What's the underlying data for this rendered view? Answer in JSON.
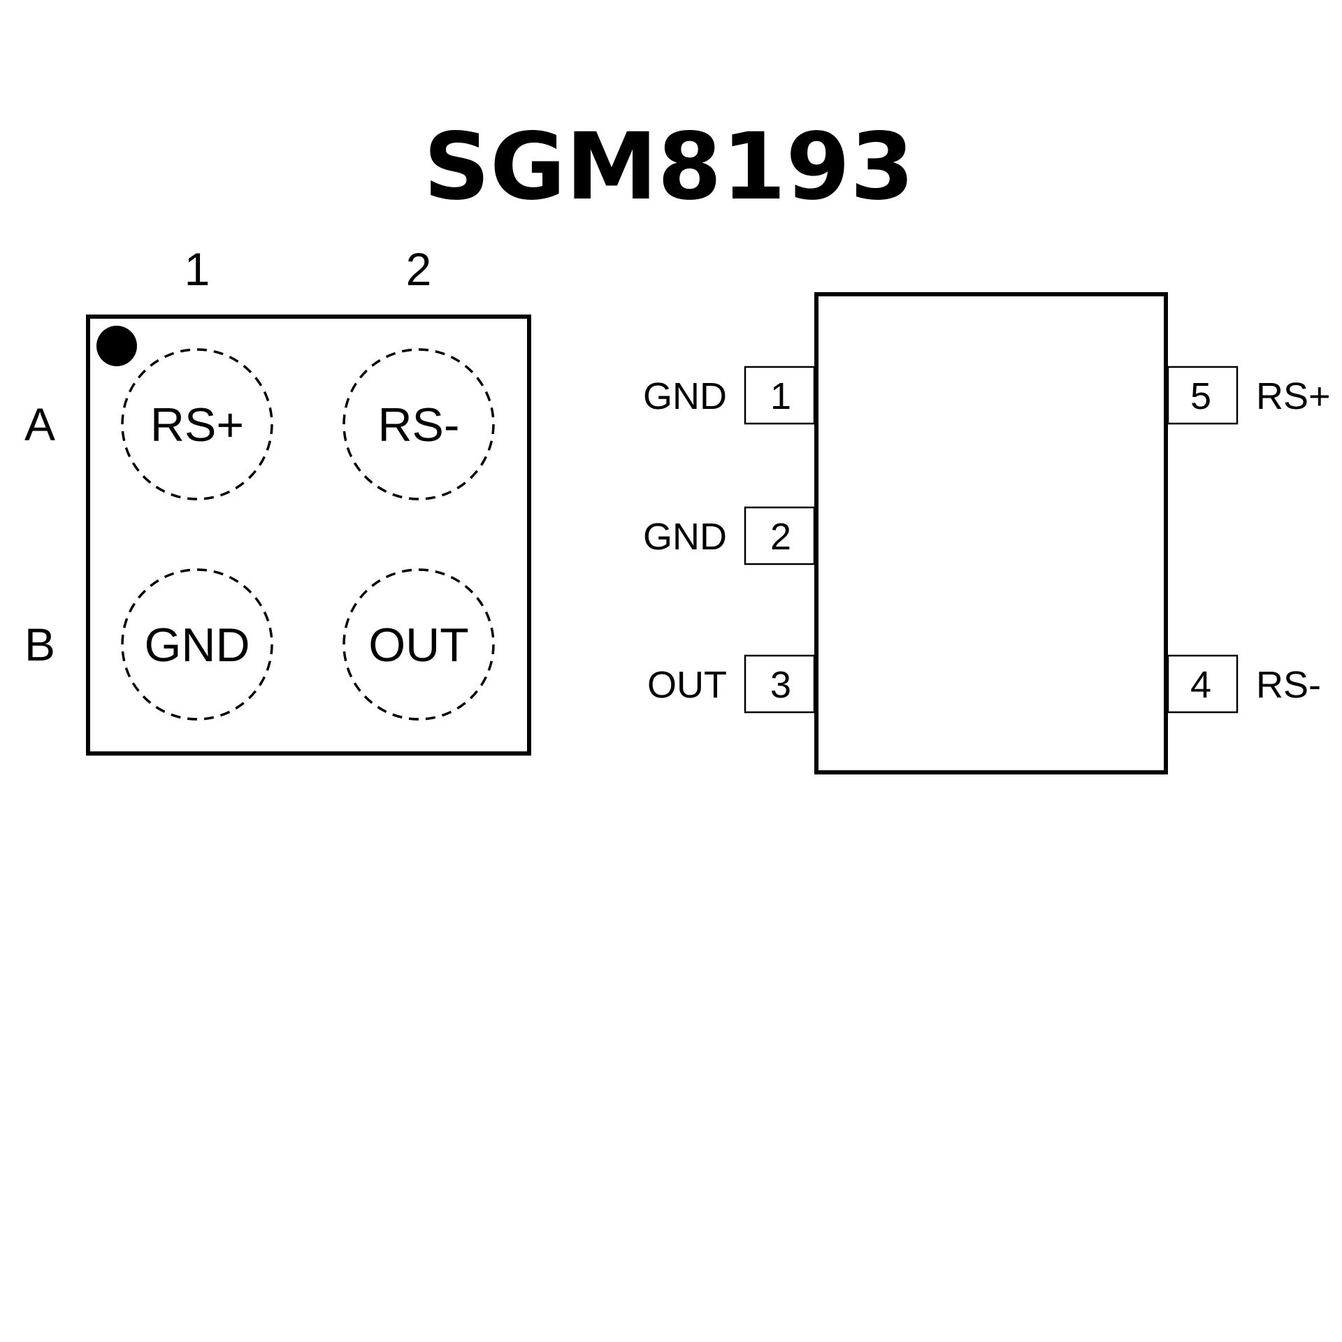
{
  "title": "SGM8193",
  "colors": {
    "ink": "#000000",
    "background": "#ffffff"
  },
  "wlcsp": {
    "column_labels": [
      "1",
      "2"
    ],
    "row_labels": [
      "A",
      "B"
    ],
    "pin1_marker": "filled-dot",
    "balls": [
      {
        "row": "A",
        "col": "1",
        "name": "RS+"
      },
      {
        "row": "A",
        "col": "2",
        "name": "RS-"
      },
      {
        "row": "B",
        "col": "1",
        "name": "GND"
      },
      {
        "row": "B",
        "col": "2",
        "name": "OUT"
      }
    ]
  },
  "sot": {
    "left_pins": [
      {
        "number": "1",
        "name": "GND"
      },
      {
        "number": "2",
        "name": "GND"
      },
      {
        "number": "3",
        "name": "OUT"
      }
    ],
    "right_pins": [
      {
        "number": "5",
        "name": "RS+"
      },
      {
        "number": "4",
        "name": "RS-"
      }
    ]
  }
}
